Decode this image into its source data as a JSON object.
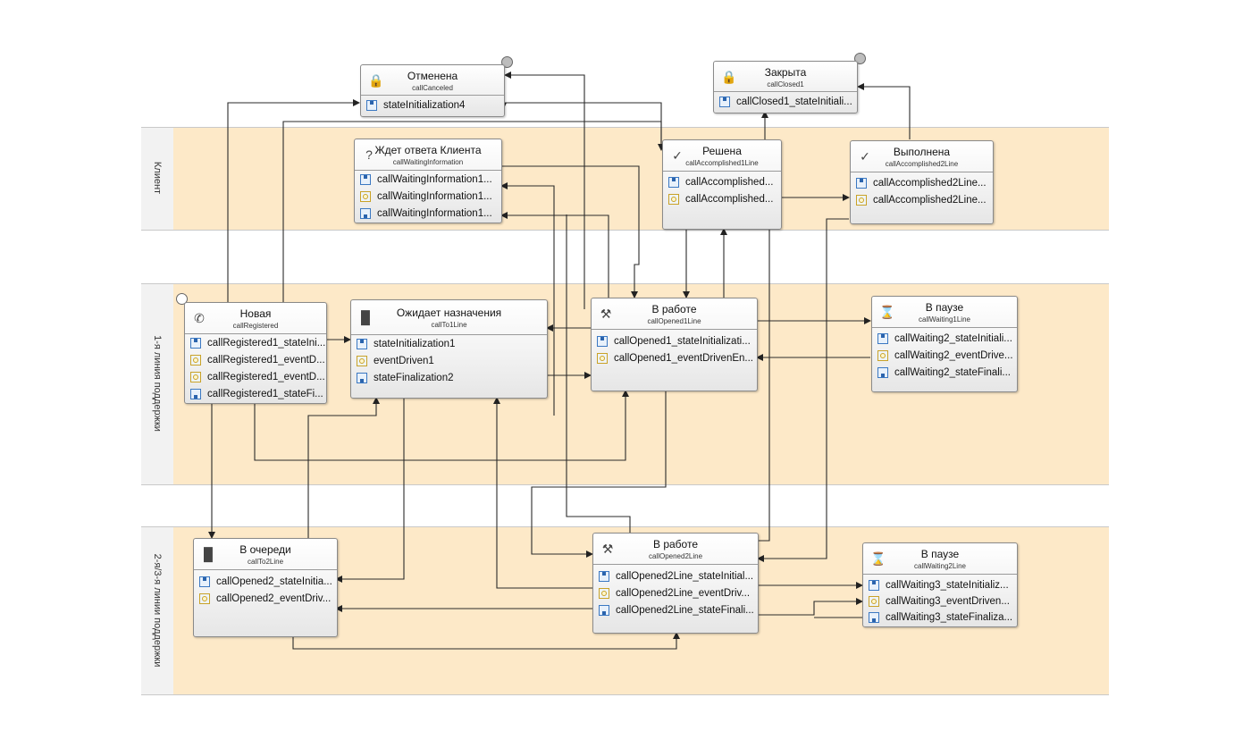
{
  "lanes": [
    {
      "label": "Клиент"
    },
    {
      "label": "1-я линия поддержки"
    },
    {
      "label": "2-я/3-я линии поддержки"
    }
  ],
  "states": {
    "canceled": {
      "title": "Отменена",
      "sub": "callCanceled",
      "icon": "lock-icon",
      "actions": [
        "stateInitialization4"
      ]
    },
    "closed": {
      "title": "Закрыта",
      "sub": "callClosed1",
      "icon": "lock-icon",
      "actions": [
        "callClosed1_stateInitiali..."
      ]
    },
    "waiting_info": {
      "title": "Ждет ответа Клиента",
      "sub": "callWaitingInformation",
      "icon": "question-icon",
      "actions": [
        "callWaitingInformation1...",
        "callWaitingInformation1...",
        "callWaitingInformation1..."
      ]
    },
    "resolved": {
      "title": "Решена",
      "sub": "callAccomplished1Line",
      "icon": "check-icon",
      "actions": [
        "callAccomplished...",
        "callAccomplished..."
      ]
    },
    "completed": {
      "title": "Выполнена",
      "sub": "callAccomplished2Line",
      "icon": "check-icon",
      "actions": [
        "callAccomplished2Line...",
        "callAccomplished2Line..."
      ]
    },
    "new": {
      "title": "Новая",
      "sub": "callRegistered",
      "icon": "phone-icon",
      "actions": [
        "callRegistered1_stateIni...",
        "callRegistered1_eventD...",
        "callRegistered1_eventD...",
        "callRegistered1_stateFi..."
      ]
    },
    "awaiting_assign": {
      "title": "Ожидает назначения",
      "sub": "callTo1Line",
      "icon": "bar-chart-icon",
      "actions": [
        "stateInitialization1",
        "eventDriven1",
        "stateFinalization2"
      ]
    },
    "in_work_1": {
      "title": "В работе",
      "sub": "callOpened1Line",
      "icon": "hammer-icon",
      "actions": [
        "callOpened1_stateInitializati...",
        "callOpened1_eventDrivenEn..."
      ]
    },
    "paused_1": {
      "title": "В паузе",
      "sub": "callWaiting1Line",
      "icon": "hourglass-icon",
      "actions": [
        "callWaiting2_stateInitiali...",
        "callWaiting2_eventDrive...",
        "callWaiting2_stateFinali..."
      ]
    },
    "queue_2": {
      "title": "В очереди",
      "sub": "callTo2Line",
      "icon": "bar-chart-icon",
      "actions": [
        "callOpened2_stateInitia...",
        "callOpened2_eventDriv..."
      ]
    },
    "in_work_2": {
      "title": "В работе",
      "sub": "callOpened2Line",
      "icon": "hammer-icon",
      "actions": [
        "callOpened2Line_stateInitial...",
        "callOpened2Line_eventDriv...",
        "callOpened2Line_stateFinali..."
      ]
    },
    "paused_2": {
      "title": "В паузе",
      "sub": "callWaiting2Line",
      "icon": "hourglass-icon",
      "actions": [
        "callWaiting3_stateInitializ...",
        "callWaiting3_eventDriven...",
        "callWaiting3_stateFinaliza..."
      ]
    }
  }
}
